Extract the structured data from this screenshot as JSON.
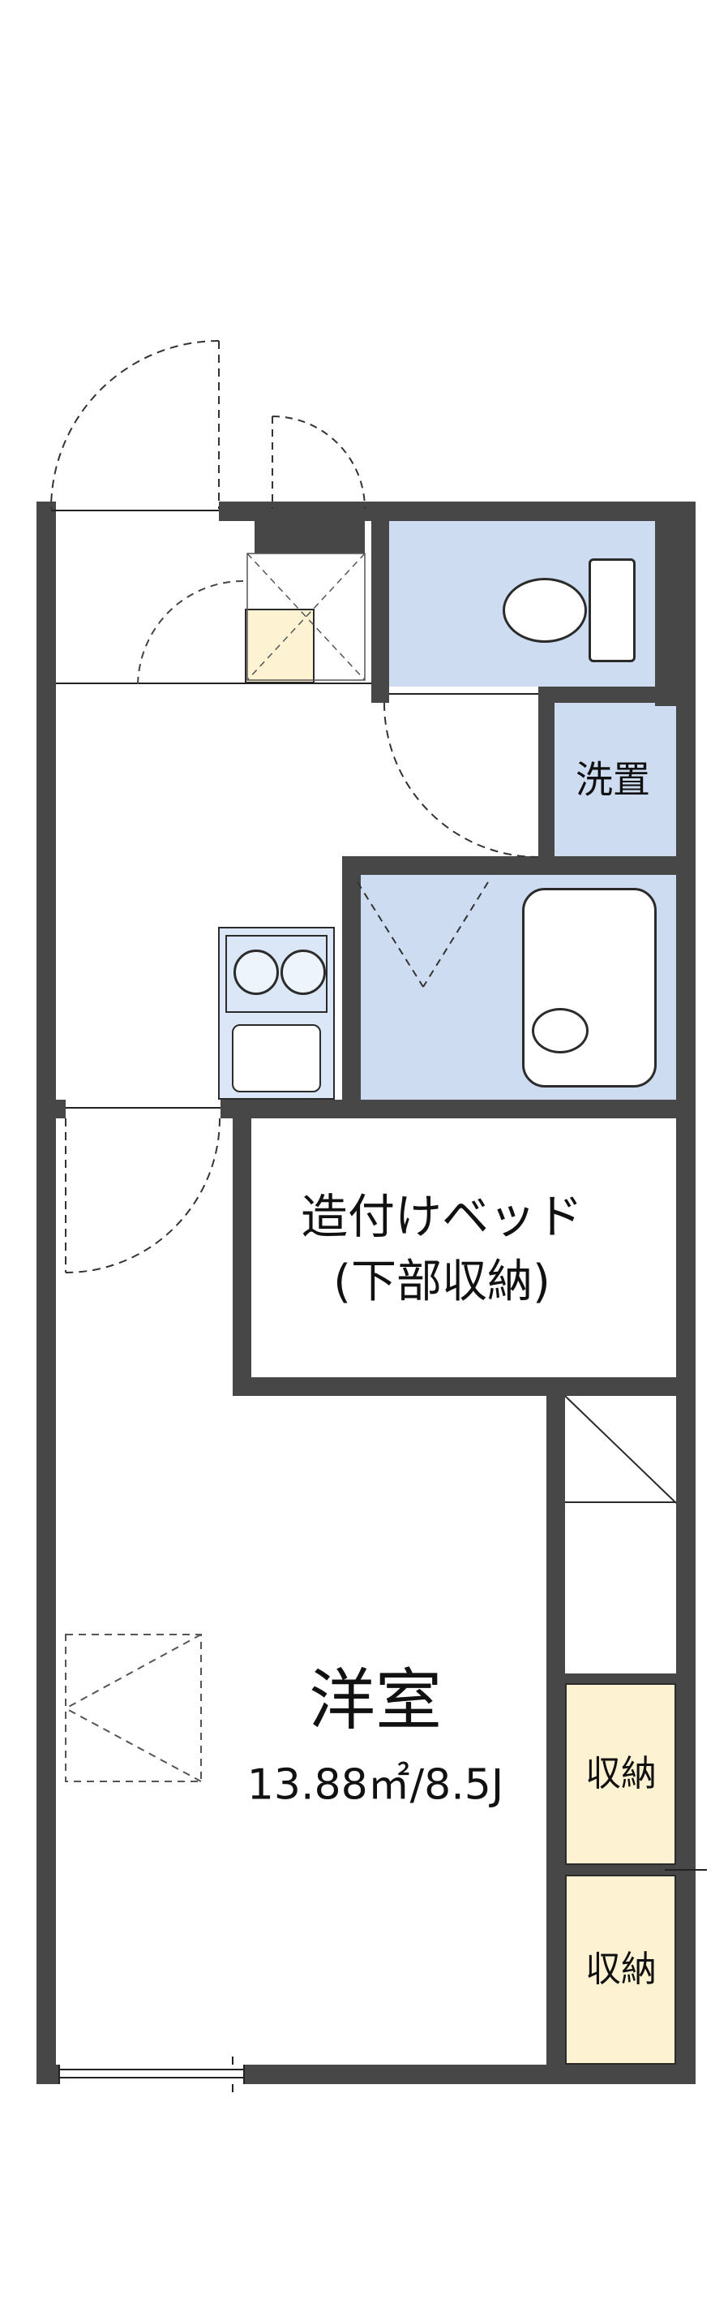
{
  "floorplan": {
    "labels": {
      "laundry": "洗置",
      "bed_line1": "造付けベッド",
      "bed_line2": "(下部収納)",
      "room_name": "洋室",
      "room_size": "13.88㎡/8.5J",
      "closet_top": "収納",
      "closet_bottom": "収納"
    },
    "colors": {
      "wall": "#474747",
      "wet_room_fill": "#cddcf0",
      "kitchen_fill": "#dbe7f6",
      "closet_fill": "#fdf3d3",
      "line": "#222222",
      "background": "#ffffff"
    }
  }
}
